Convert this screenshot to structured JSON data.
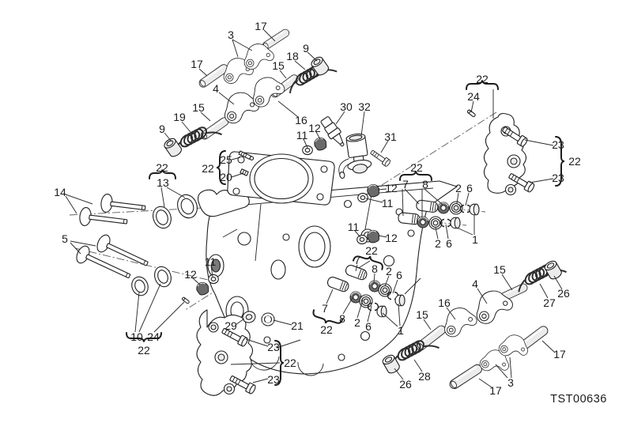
{
  "diagram": {
    "code": "TST00636"
  },
  "callouts": [
    {
      "label": "17"
    },
    {
      "label": "3"
    },
    {
      "label": "17"
    },
    {
      "label": "9"
    },
    {
      "label": "18"
    },
    {
      "label": "15"
    },
    {
      "label": "4"
    },
    {
      "label": "15"
    },
    {
      "label": "19"
    },
    {
      "label": "9"
    },
    {
      "label": "16"
    },
    {
      "label": "30"
    },
    {
      "label": "32"
    },
    {
      "label": "31"
    },
    {
      "label": "12"
    },
    {
      "label": "11"
    },
    {
      "label": "22"
    },
    {
      "label": "24"
    },
    {
      "label": "23"
    },
    {
      "label": "22"
    },
    {
      "label": "23"
    },
    {
      "label": "22"
    },
    {
      "label": "13"
    },
    {
      "label": "25"
    },
    {
      "label": "22"
    },
    {
      "label": "20"
    },
    {
      "label": "14"
    },
    {
      "label": "5"
    },
    {
      "label": "12"
    },
    {
      "label": "11"
    },
    {
      "label": "22"
    },
    {
      "label": "7"
    },
    {
      "label": "8"
    },
    {
      "label": "2"
    },
    {
      "label": "6"
    },
    {
      "label": "2"
    },
    {
      "label": "6"
    },
    {
      "label": "1"
    },
    {
      "label": "12"
    },
    {
      "label": "11"
    },
    {
      "label": "11"
    },
    {
      "label": "12"
    },
    {
      "label": "22"
    },
    {
      "label": "7"
    },
    {
      "label": "8"
    },
    {
      "label": "2"
    },
    {
      "label": "6"
    },
    {
      "label": "7"
    },
    {
      "label": "8"
    },
    {
      "label": "2"
    },
    {
      "label": "6"
    },
    {
      "label": "22"
    },
    {
      "label": "1"
    },
    {
      "label": "15"
    },
    {
      "label": "16"
    },
    {
      "label": "4"
    },
    {
      "label": "15"
    },
    {
      "label": "26"
    },
    {
      "label": "27"
    },
    {
      "label": "29"
    },
    {
      "label": "21"
    },
    {
      "label": "23"
    },
    {
      "label": "22"
    },
    {
      "label": "23"
    },
    {
      "label": "10"
    },
    {
      "label": "24"
    },
    {
      "label": "22"
    },
    {
      "label": "26"
    },
    {
      "label": "28"
    },
    {
      "label": "17"
    },
    {
      "label": "3"
    },
    {
      "label": "17"
    }
  ]
}
